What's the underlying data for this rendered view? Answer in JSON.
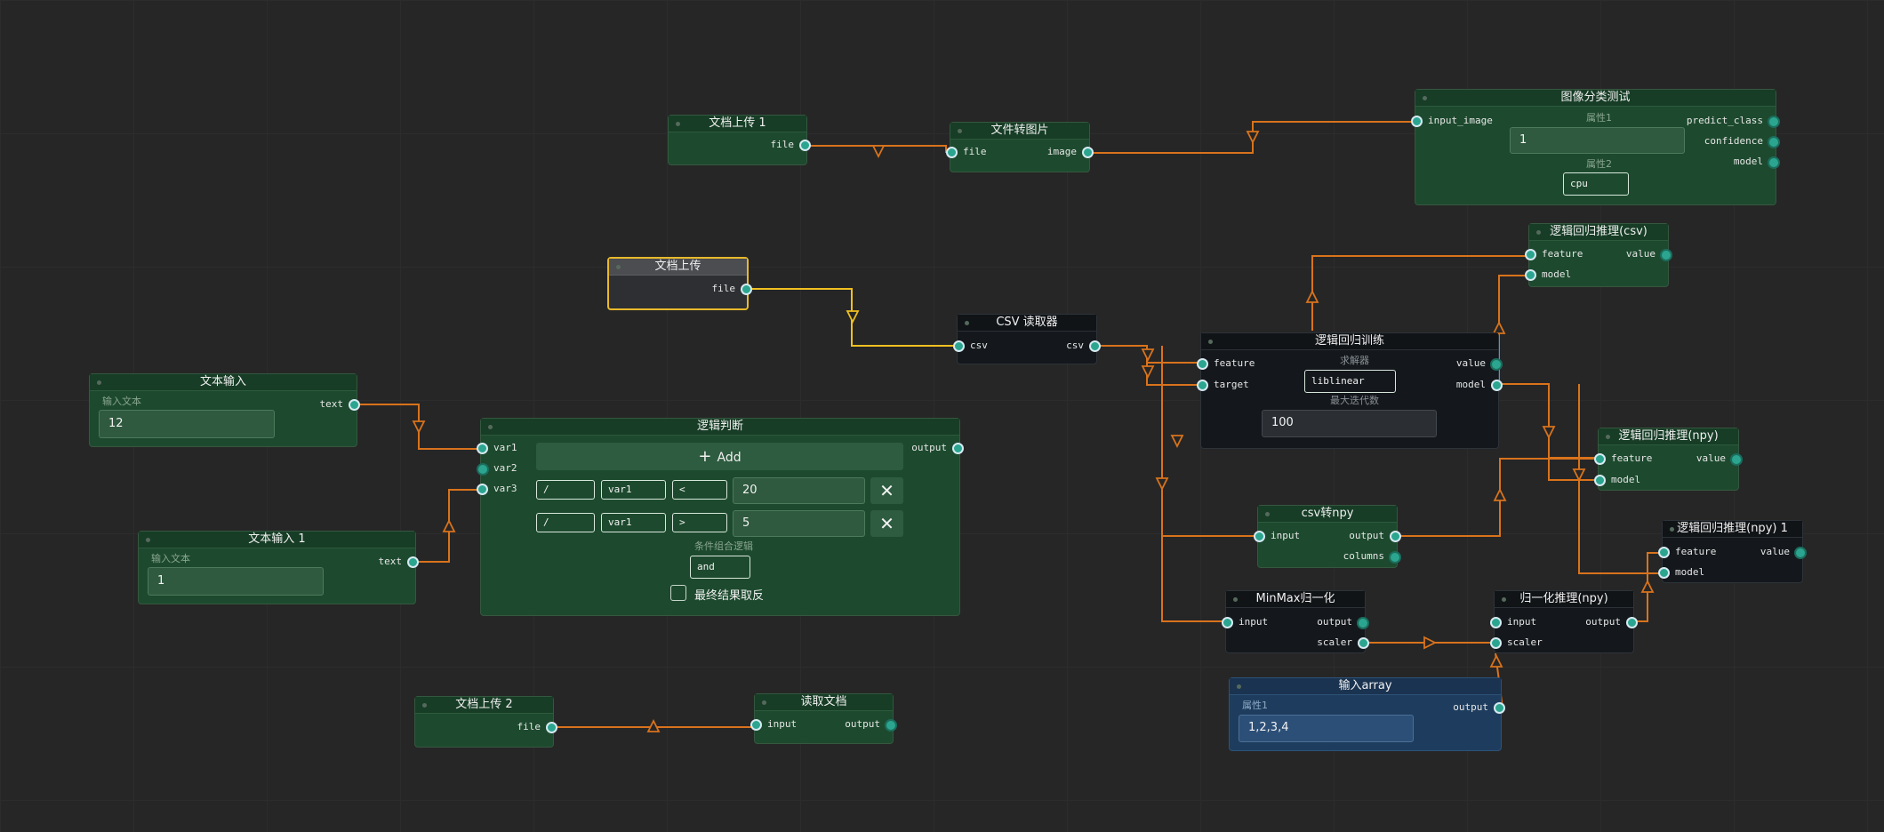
{
  "nodes": {
    "doc_upload_1": {
      "title": "文档上传 1",
      "out_file": "file"
    },
    "file_to_image": {
      "title": "文件转图片",
      "in_file": "file",
      "out_image": "image"
    },
    "image_classify": {
      "title": "图像分类测试",
      "in_image": "input_image",
      "prop1_label": "属性1",
      "prop1_value": "1",
      "prop2_label": "属性2",
      "prop2_value": "cpu",
      "out_predict": "predict_class",
      "out_confidence": "confidence",
      "out_model": "model"
    },
    "doc_upload": {
      "title": "文档上传",
      "out_file": "file"
    },
    "csv_reader": {
      "title": "CSV 读取器",
      "in_csv": "csv",
      "out_csv": "csv"
    },
    "lr_infer_csv": {
      "title": "逻辑回归推理(csv)",
      "in_feature": "feature",
      "in_model": "model",
      "out_value": "value"
    },
    "lr_train": {
      "title": "逻辑回归训练",
      "in_feature": "feature",
      "in_target": "target",
      "solver_label": "求解器",
      "solver_value": "liblinear",
      "maxiter_label": "最大迭代数",
      "maxiter_value": "100",
      "out_value": "value",
      "out_model": "model"
    },
    "text_input": {
      "title": "文本输入",
      "label": "输入文本",
      "value": "12",
      "out_text": "text"
    },
    "logic": {
      "title": "逻辑判断",
      "in_var1": "var1",
      "in_var2": "var2",
      "in_var3": "var3",
      "out_output": "output",
      "add_label": "Add",
      "conditions": [
        {
          "prefix": "/",
          "var": "var1",
          "op": "<",
          "value": "20"
        },
        {
          "prefix": "/",
          "var": "var1",
          "op": ">",
          "value": "5"
        }
      ],
      "combine_label": "条件组合逻辑",
      "combine_value": "and",
      "invert_label": "最终结果取反"
    },
    "text_input_1": {
      "title": "文本输入 1",
      "label": "输入文本",
      "value": "1",
      "out_text": "text"
    },
    "lr_infer_npy": {
      "title": "逻辑回归推理(npy)",
      "in_feature": "feature",
      "in_model": "model",
      "out_value": "value"
    },
    "csv_to_npy": {
      "title": "csv转npy",
      "in_input": "input",
      "out_output": "output",
      "out_columns": "columns"
    },
    "lr_infer_npy_1": {
      "title": "逻辑回归推理(npy) 1",
      "in_feature": "feature",
      "in_model": "model",
      "out_value": "value"
    },
    "minmax": {
      "title": "MinMax归一化",
      "in_input": "input",
      "out_output": "output",
      "out_scaler": "scaler"
    },
    "norm_infer": {
      "title": "归一化推理(npy)",
      "in_input": "input",
      "in_scaler": "scaler",
      "out_output": "output"
    },
    "input_array": {
      "title": "输入array",
      "label": "属性1",
      "value": "1,2,3,4",
      "out_output": "output"
    },
    "doc_upload_2": {
      "title": "文档上传 2",
      "out_file": "file"
    },
    "read_doc": {
      "title": "读取文档",
      "in_input": "input",
      "out_output": "output"
    }
  },
  "colors": {
    "wire": "#d9731c",
    "wire_selected": "#f0c020",
    "port": "#2ba58f",
    "node_green": "#1d4a2e",
    "node_dark": "#14181c",
    "node_blue": "#1e3d5e",
    "canvas": "#262626"
  }
}
